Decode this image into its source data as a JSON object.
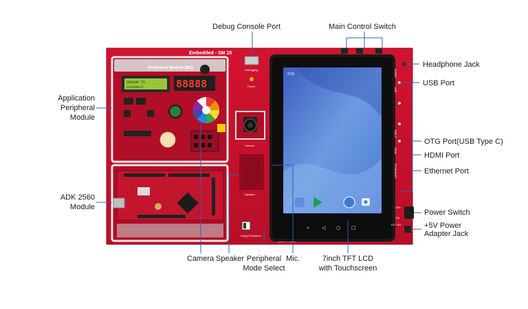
{
  "board": {
    "title": "Embedded - SM 20",
    "module_title": "Peripheral Module (M2)",
    "lcd_line1": "SENSOR TS",
    "lcd_line2": "Standard",
    "debugging": "Debugging",
    "power": "Power",
    "camera": "Camera",
    "speaker": "Speaker",
    "made_in": "Made in Korea",
    "using_peripheral": "Using Peripheral",
    "off": "OFF",
    "on": "ON",
    "dc": "DC +5V",
    "usb": "USB",
    "otg": "USB-C",
    "hdmi": "HDMI",
    "ethernet": "ETHERNET",
    "headphone": "AUDIO"
  },
  "screen": {
    "time": "3:33"
  },
  "labels": {
    "debug_console_port": "Debug Console Port",
    "main_control_switch": "Main Control Switch",
    "headphone_jack": "Headphone Jack",
    "usb_port": "USB Port",
    "otg_port": "OTG Port(USB Type C)",
    "hdmi_port": "HDMI Port",
    "ethernet_port": "Ethernet Port",
    "power_switch": "Power Switch",
    "power_adapter_1": "+5V Power",
    "power_adapter_2": "Adapter Jack",
    "application_1": "Application",
    "application_2": "Peripheral",
    "application_3": "Module",
    "adk_1": "ADK 2560",
    "adk_2": "Module",
    "camera": "Camera",
    "speaker": "Speaker",
    "peripheral_1": "Peripheral",
    "peripheral_2": "Mode Select",
    "mic": "Mic.",
    "lcd_1": "7inch TFT LCD",
    "lcd_2": "with Touchscreen"
  },
  "colors": {
    "board_red": "#c8102e",
    "board_dark": "#a30d25",
    "leader_blue": "#2b62b3",
    "screen_blue": "#4d7fd6",
    "bezel": "#1a1a1a"
  }
}
